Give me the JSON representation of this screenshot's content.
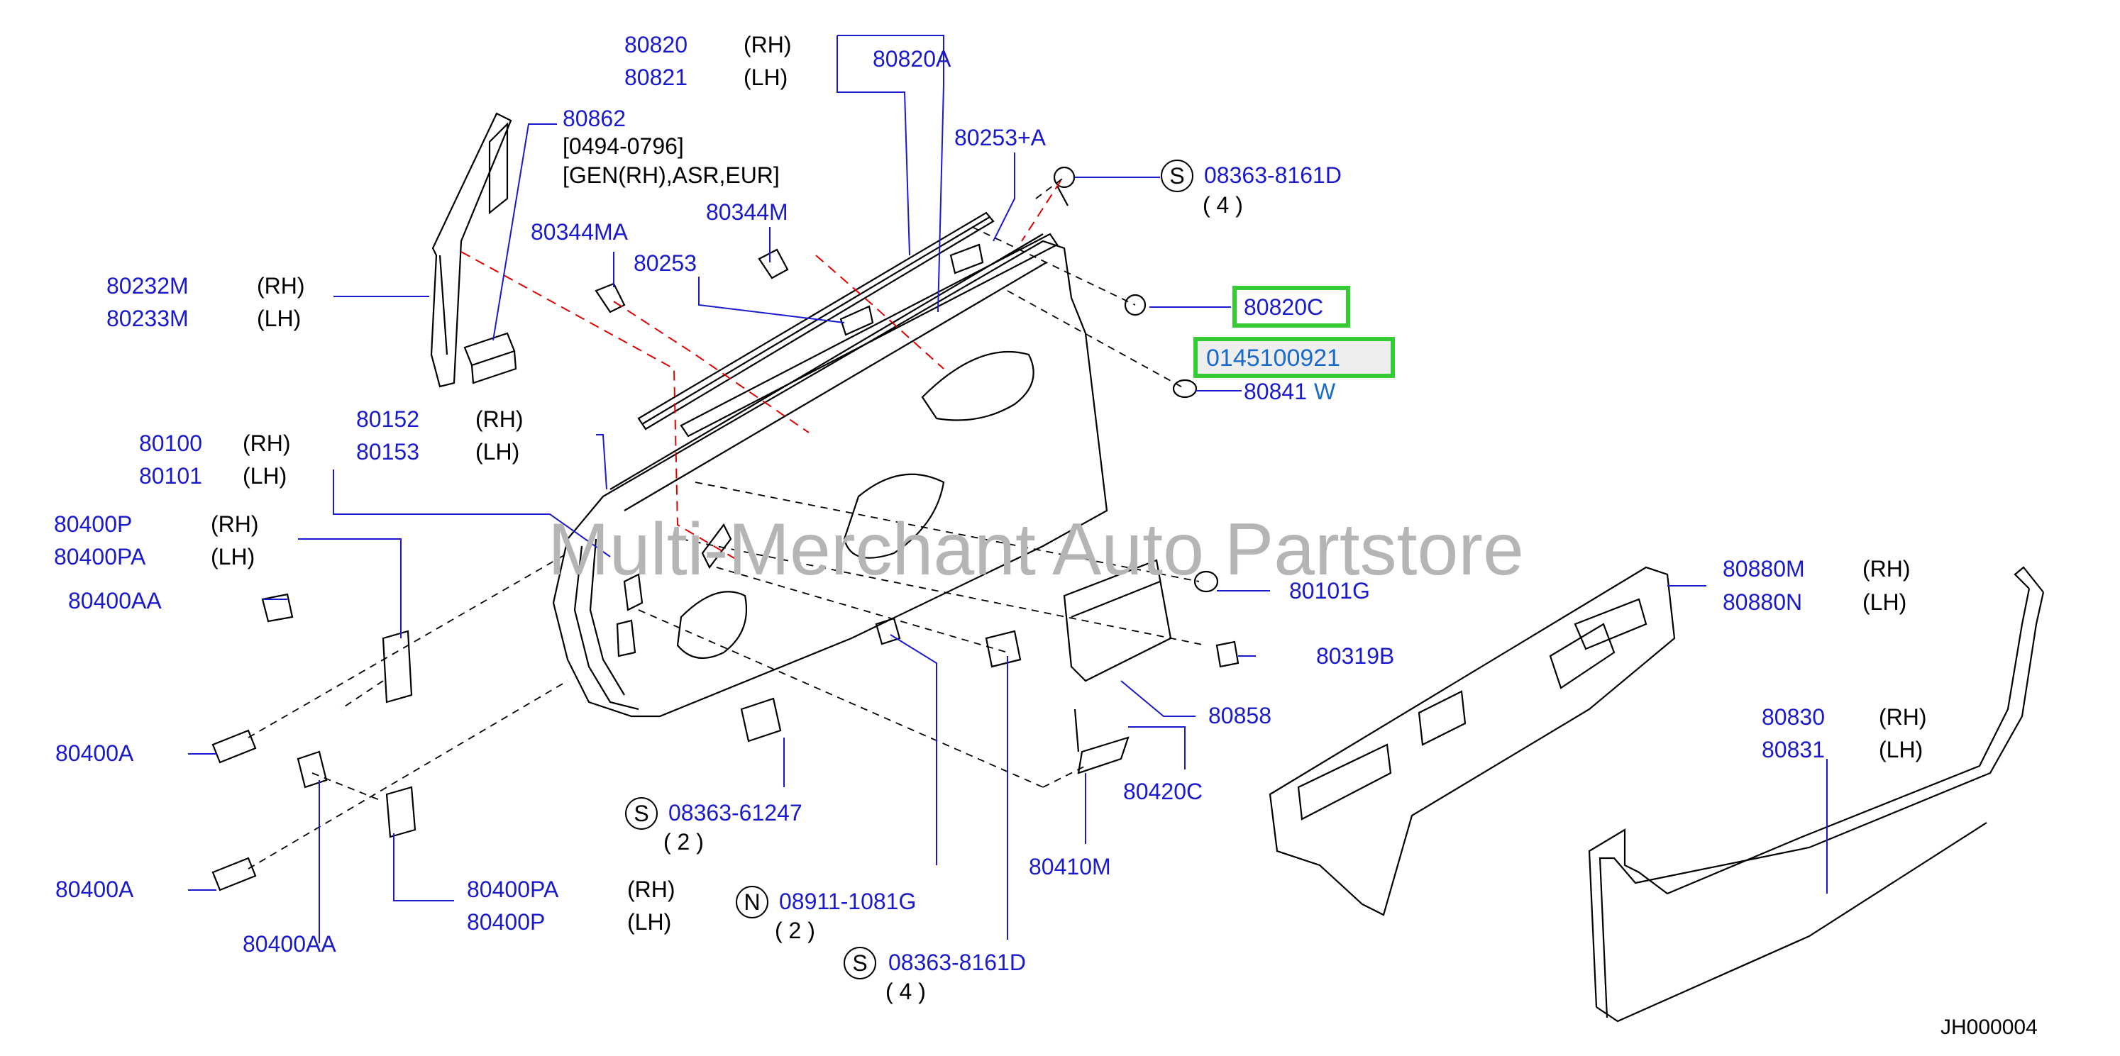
{
  "watermark": "Multi-Merchant Auto Partstore",
  "diagram_code": "JH000004",
  "labels": {
    "p80820": "80820",
    "p80821": "80821",
    "p80820A": "80820A",
    "p80862": "80862",
    "n80862a": "[0494-0796]",
    "n80862b": "[GEN(RH),ASR,EUR]",
    "p80253A": "80253+A",
    "p80344M": "80344M",
    "p80344MA": "80344MA",
    "p80253": "80253",
    "p80232M": "80232M",
    "p80233M": "80233M",
    "p08363_8161D_top": "08363-8161D",
    "q_top": "( 4 )",
    "p80820C": "80820C",
    "p0145100921": "0145100921",
    "p80841": "80841",
    "overlapW": "W",
    "p80152": "80152",
    "p80153": "80153",
    "p80100": "80100",
    "p80101": "80101",
    "p80400P_top": "80400P",
    "p80400PA_top": "80400PA",
    "p80400AA_top": "80400AA",
    "p80101G": "80101G",
    "p80319B": "80319B",
    "p80858": "80858",
    "p80400A_1": "80400A",
    "p80400A_2": "80400A",
    "p80400AA_bot": "80400AA",
    "p80400PA_bot": "80400PA",
    "p80400P_bot": "80400P",
    "p08363_61247": "08363-61247",
    "q_61247": "( 2 )",
    "p08911_1081G": "08911-1081G",
    "q_1081G": "( 2 )",
    "p08363_8161D_bot": "08363-8161D",
    "q_bot": "( 4 )",
    "p80420C": "80420C",
    "p80410M": "80410M",
    "p80880M": "80880M",
    "p80880N": "80880N",
    "p80830": "80830",
    "p80831": "80831",
    "RH": "(RH)",
    "LH": "(LH)",
    "S": "S",
    "N": "N"
  },
  "colors": {
    "part_number": "#1a1acc",
    "highlight": "#33cc33",
    "highlight_fill": "#eeeeee",
    "leader_dash": "#e00000",
    "watermark": "#b5b5b5"
  }
}
